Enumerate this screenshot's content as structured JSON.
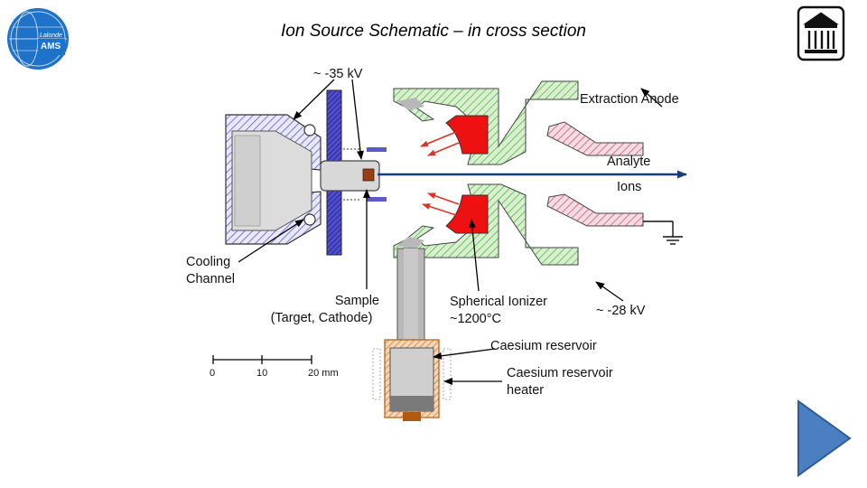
{
  "title": "Ion Source Schematic – in cross section",
  "logo": {
    "line1": "Lalonde",
    "line2": "AMS",
    "icon": "globe-logo-icon"
  },
  "building_icon": "university-building-icon",
  "labels": {
    "voltage_top": "~ -35 kV",
    "extraction_anode": "Extraction Anode",
    "analyte": "Analyte",
    "ions": "Ions",
    "cooling_line1": "Cooling",
    "cooling_line2": "Channel",
    "sample_line1": "Sample",
    "sample_line2": "(Target, Cathode)",
    "ionizer_line1": "Spherical Ionizer",
    "ionizer_line2": "~1200°C",
    "voltage_bottom": "~ -28 kV",
    "caesium_reservoir": "Caesium reservoir",
    "heater_line1": "Caesium reservoir",
    "heater_line2": "heater"
  },
  "scale_bar": {
    "ticks": [
      "0",
      "10",
      "20 mm"
    ]
  },
  "colors": {
    "cathode_hatch": "#4a4ad0",
    "anode_hatch": "#c8486a",
    "ionizer_hatch": "#57b848",
    "ionizer_red": "#ee1111",
    "beam": "#1c3c78",
    "play_button": "#4a7fc1"
  },
  "nav": {
    "next_icon": "play-next-icon"
  }
}
